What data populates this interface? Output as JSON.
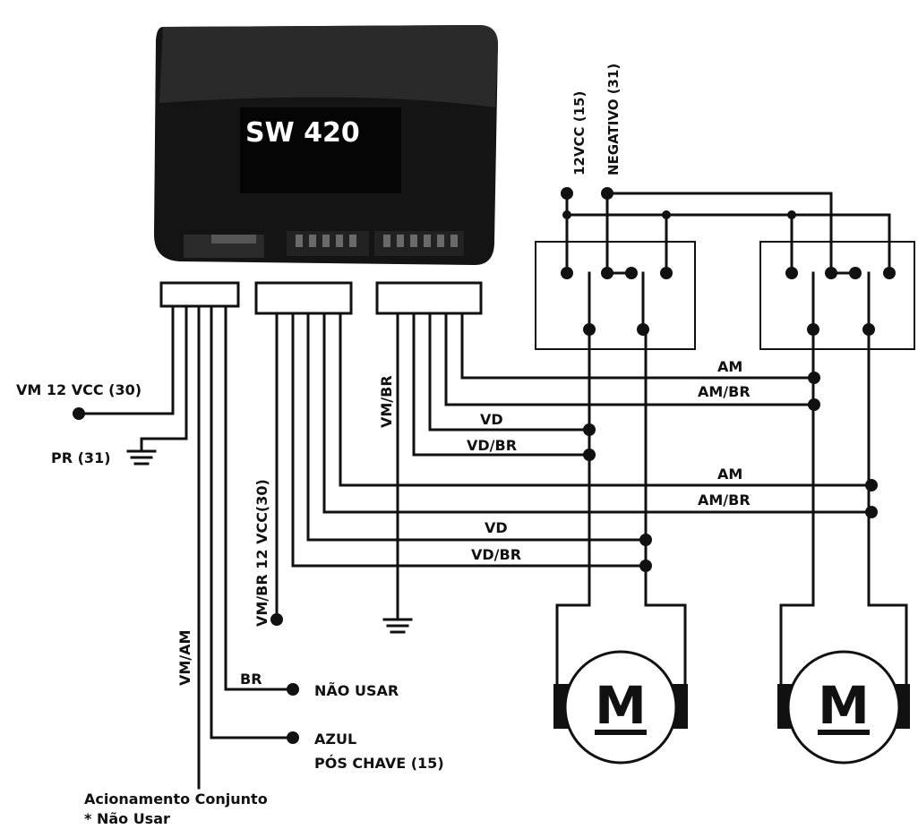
{
  "device": {
    "label": "SW 420"
  },
  "left": {
    "vm_12vcc": "VM 12 VCC (30)",
    "pr": "PR (31)",
    "vm_am": "VM/AM",
    "br": "BR",
    "nao_usar": "NÃO USAR",
    "azul": "AZUL",
    "pos_chave": "PÓS CHAVE (15)",
    "acionamento": "Acionamento Conjunto",
    "nao_usar_note": "* Não Usar"
  },
  "middle": {
    "vm_br_12vcc": "VM/BR 12 VCC(30)"
  },
  "right_conn": {
    "vm_br": "VM/BR"
  },
  "supply": {
    "v12": "12VCC (15)",
    "negativo": "NEGATIVO (31)"
  },
  "wires": {
    "am1": "AM",
    "ambr1": "AM/BR",
    "vd1": "VD",
    "vdbr1": "VD/BR",
    "am2": "AM",
    "ambr2": "AM/BR",
    "vd2": "VD",
    "vdbr2": "VD/BR"
  },
  "motors": {
    "m1": "M",
    "m2": "M"
  },
  "colors": {
    "ink": "#111111",
    "module": "#141414",
    "paper": "#ffffff"
  }
}
